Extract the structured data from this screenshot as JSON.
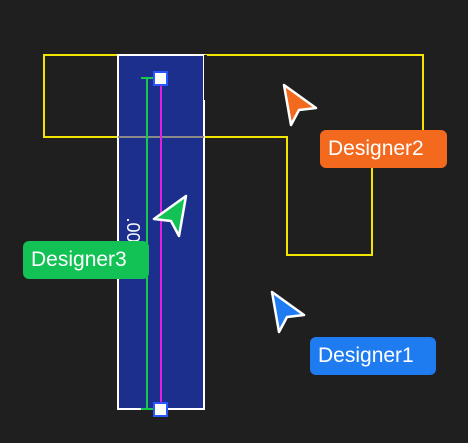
{
  "canvas": {
    "background": "#1f1f1f"
  },
  "colors": {
    "frame_outline": "#f2e600",
    "selected_fill": "#1c2f8c",
    "selected_stroke": "#ffffff",
    "measure_green": "#19c94a",
    "measure_magenta": "#e020e0",
    "handle_fill": "#ffffff",
    "handle_stroke": "#2a55ff",
    "designer1": "#1f7cf0",
    "designer2": "#f36a1e",
    "designer3": "#12c255"
  },
  "measurement": {
    "label": ".00"
  },
  "cursors": [
    {
      "name": "Designer2",
      "color": "#f36a1e",
      "icon": "pointer-arrow-icon"
    },
    {
      "name": "Designer3",
      "color": "#12c255",
      "icon": "pointer-arrow-icon"
    },
    {
      "name": "Designer1",
      "color": "#1f7cf0",
      "icon": "pointer-arrow-icon"
    }
  ]
}
